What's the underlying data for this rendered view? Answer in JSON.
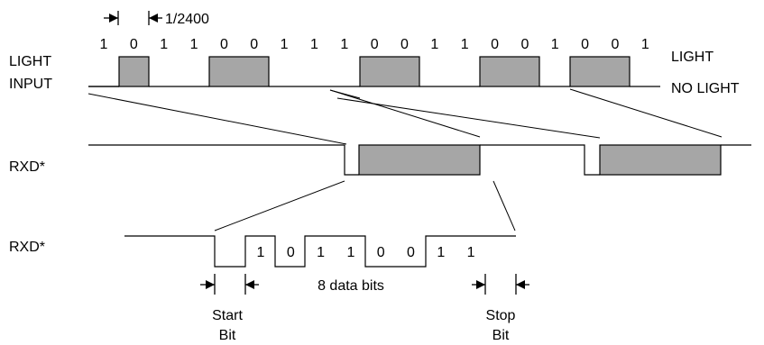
{
  "light_input": {
    "label_line1": "LIGHT",
    "label_line2": "INPUT",
    "bit_time_label": "1/2400",
    "bits": [
      "1",
      "0",
      "1",
      "1",
      "0",
      "0",
      "1",
      "1",
      "1",
      "0",
      "0",
      "1",
      "1",
      "0",
      "0",
      "1",
      "0",
      "0",
      "1"
    ],
    "level_high_label": "LIGHT",
    "level_low_label": "NO LIGHT"
  },
  "rxd_upper": {
    "label": "RXD*"
  },
  "rxd_lower": {
    "label": "RXD*",
    "data_bits": [
      "1",
      "0",
      "1",
      "1",
      "0",
      "0",
      "1",
      "1"
    ],
    "data_bits_label": "8 data bits",
    "start_bit_line1": "Start",
    "start_bit_line2": "Bit",
    "stop_bit_line1": "Stop",
    "stop_bit_line2": "Bit"
  },
  "colors": {
    "fill": "#a6a6a6",
    "line": "#000000",
    "background": "#ffffff"
  }
}
